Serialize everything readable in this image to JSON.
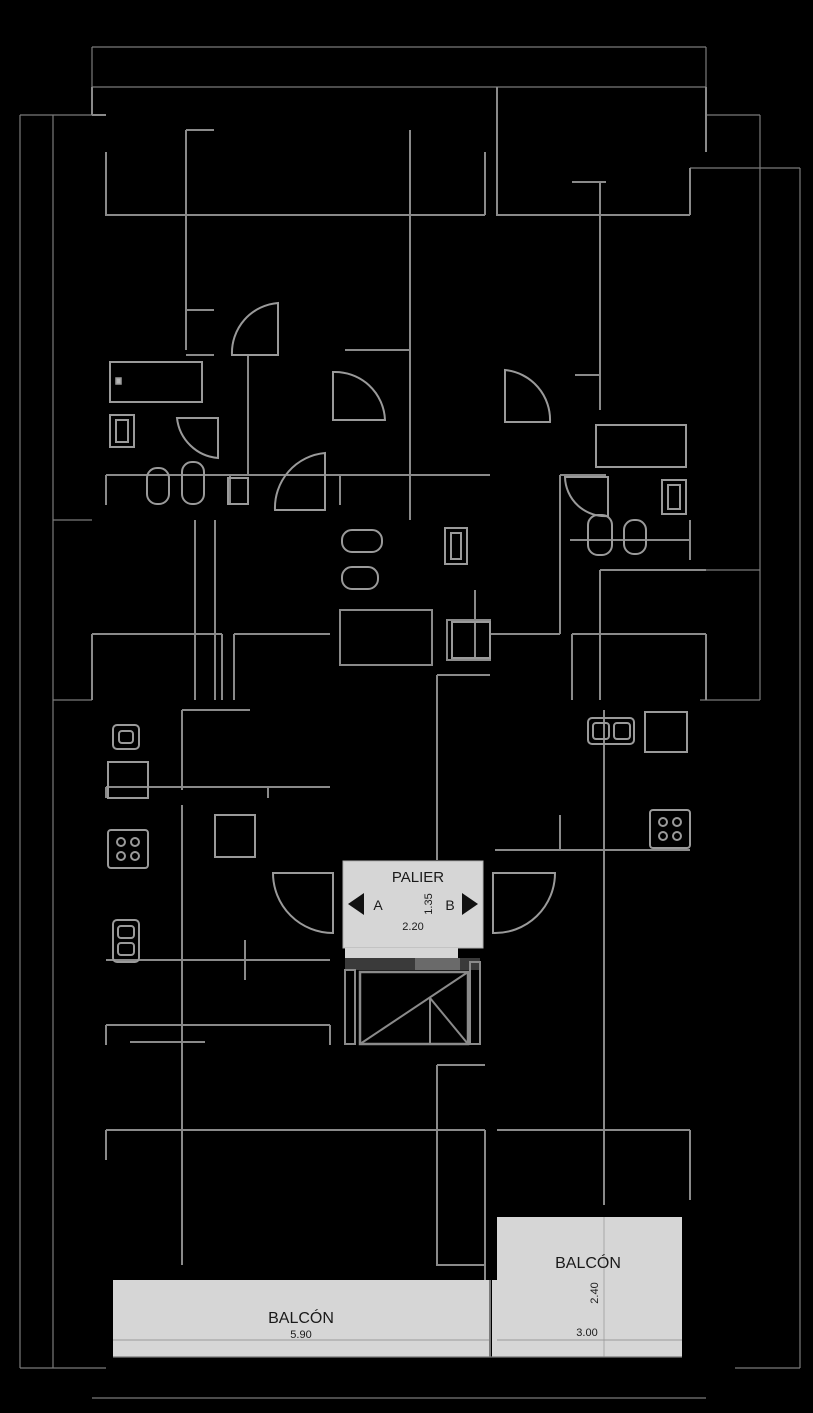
{
  "landing": {
    "label": "PALIER",
    "unit_a": "A",
    "unit_b": "B",
    "height": "1.35",
    "width": "2.20"
  },
  "balcony_left": {
    "label": "BALCÓN",
    "width": "5.90"
  },
  "balcony_right": {
    "label": "BALCÓN",
    "width": "3.00",
    "depth": "2.40"
  },
  "colors": {
    "background": "#000000",
    "lines": "#8a8a8a",
    "fill": "#d6d6d6"
  }
}
